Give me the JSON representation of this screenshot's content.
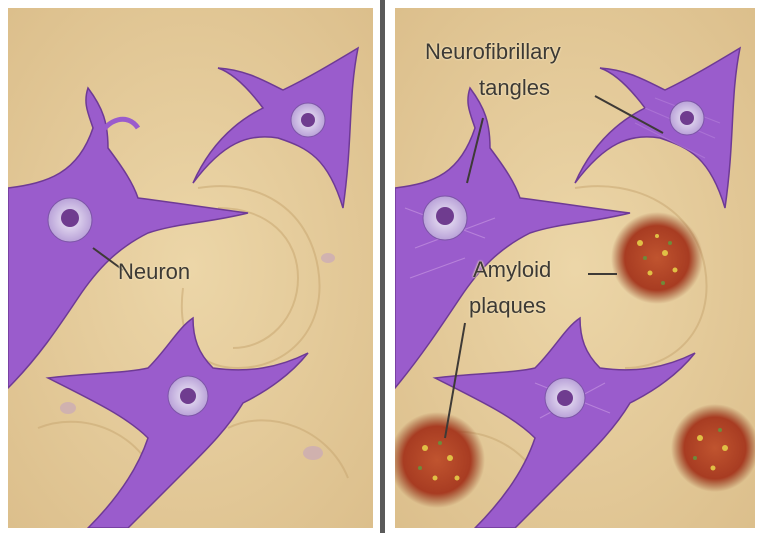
{
  "panels": {
    "left": {
      "labels": {
        "neuron": "Neuron"
      }
    },
    "right": {
      "labels": {
        "tangles_line1": "Neurofibrillary",
        "tangles_line2": "tangles",
        "plaques_line1": "Amyloid",
        "plaques_line2": "plaques"
      }
    }
  },
  "colors": {
    "tissue": "#e7cf9f",
    "neuron": "#9554c2",
    "nucleus_ring": "#d8ccec",
    "plaque": "#b5462a",
    "divider": "#5a5a5a"
  }
}
